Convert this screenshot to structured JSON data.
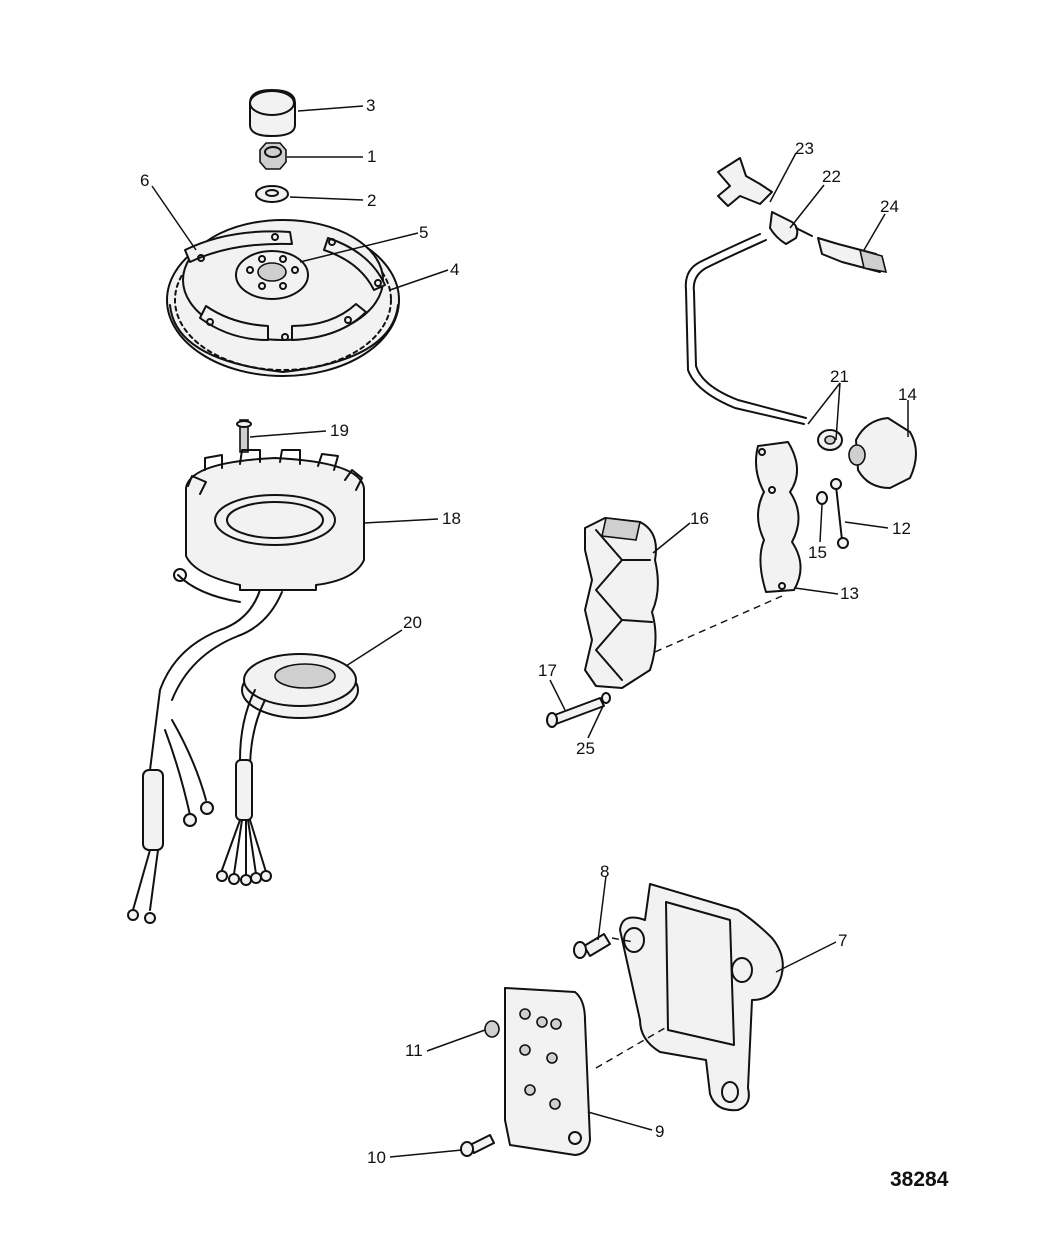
{
  "diagram": {
    "reference_number": "38284",
    "callouts": {
      "c1": "1",
      "c2": "2",
      "c3": "3",
      "c4": "4",
      "c5": "5",
      "c6": "6",
      "c7": "7",
      "c8": "8",
      "c9": "9",
      "c10": "10",
      "c11": "11",
      "c12": "12",
      "c13": "13",
      "c14": "14",
      "c15": "15",
      "c16": "16",
      "c17": "17",
      "c18": "18",
      "c19": "19",
      "c20": "20",
      "c21": "21",
      "c22": "22",
      "c23": "23",
      "c24": "24",
      "c25": "25"
    }
  }
}
